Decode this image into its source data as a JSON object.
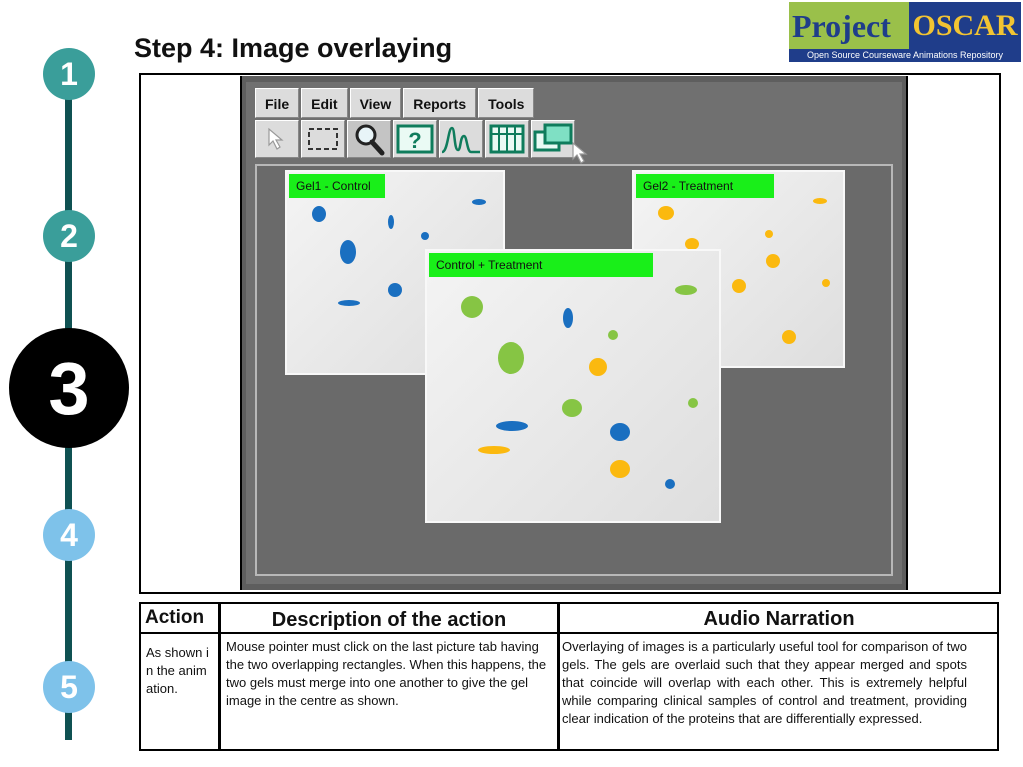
{
  "steps": [
    {
      "label": "1"
    },
    {
      "label": "2"
    },
    {
      "label": "3"
    },
    {
      "label": "4"
    },
    {
      "label": "5"
    }
  ],
  "title": "Step 4: Image overlaying",
  "logo": {
    "project": "Project",
    "oscar": "OSCAR",
    "subtitle": "Open Source Courseware Animations Repository"
  },
  "app": {
    "menu": [
      "File",
      "Edit",
      "View",
      "Reports",
      "Tools"
    ],
    "tools": [
      {
        "icon": "pointer-icon"
      },
      {
        "icon": "selection-rectangle-icon"
      },
      {
        "icon": "magnifier-icon"
      },
      {
        "icon": "help-icon"
      },
      {
        "icon": "spectrum-icon"
      },
      {
        "icon": "grid-table-icon"
      },
      {
        "icon": "overlap-rectangles-icon"
      }
    ],
    "gels": {
      "gel1": "Gel1 - Control",
      "gel2": "Gel2 - Treatment",
      "overlay": "Control + Treatment"
    },
    "colors": {
      "control_spot": "#1a6fc0",
      "treatment_spot": "#fbb90f",
      "overlay_spot": "#86c544",
      "tab_green": "#19ef19"
    }
  },
  "table": {
    "headers": {
      "action": "Action",
      "description": "Description of the action",
      "narration": "Audio Narration"
    },
    "row": {
      "action": "As shown in the animation.",
      "description": "Mouse pointer must click on the last picture tab having the two overlapping rectangles. When this happens, the two gels must merge into one another to give the gel image in the centre as shown.",
      "narration": "Overlaying of images is a particularly useful tool for comparison of two gels. The gels are overlaid such that they appear merged and spots that coincide will overlap with each other. This is extremely helpful while comparing clinical samples of control and treatment, providing clear indication of the proteins that are differentially expressed."
    }
  }
}
